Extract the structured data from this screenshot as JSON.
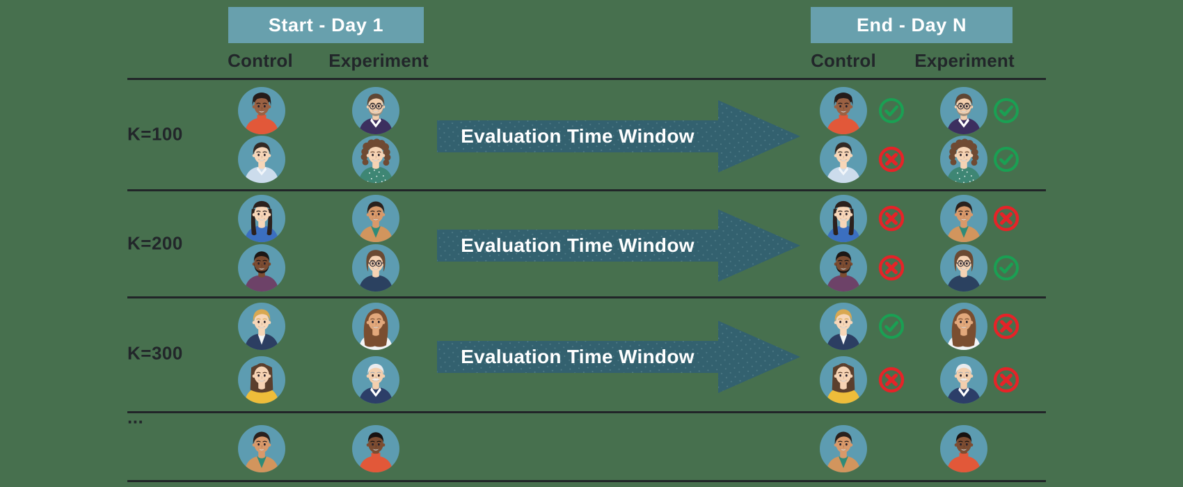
{
  "phases": {
    "start": {
      "title": "Start - Day 1"
    },
    "end": {
      "title": "End - Day N"
    }
  },
  "column_labels": {
    "control": "Control",
    "experiment": "Experiment"
  },
  "arrow_label": "Evaluation Time Window",
  "outcome_icons": {
    "pass": "green-check-circle",
    "fail": "red-x-circle"
  },
  "colors": {
    "background": "#47704e",
    "phase_box": "#68a0ad",
    "arrow": "#33616f",
    "arrow_dots": "rgba(186,224,228,0.22)",
    "avatar_circle": "#5d9cb1",
    "pass": "#1aa053",
    "fail": "#e52328",
    "line": "#212528",
    "text_dark": "#22262a",
    "text_light": "#ffffff"
  },
  "avatars": {
    "woman_dark_skin_orange_top": {
      "desc": "woman, dark skin, short black hair, orange turtleneck",
      "skin": "#9a6143",
      "hair": "#241c1b",
      "style": "afro",
      "shirt": "#e25839",
      "turtleneck": true
    },
    "man_light_skin_blue_shirt": {
      "desc": "man, light skin, dark hair, light blue collared shirt",
      "skin": "#f7d6b8",
      "hair": "#322a25",
      "style": "short",
      "shirt": "#ccdcec",
      "collar": "#f2f6fa"
    },
    "man_glasses_purple_sweater": {
      "desc": "man, glasses, beard, purple sweater with white collar",
      "skin": "#f3cfae",
      "hair": "#5f4734",
      "style": "short",
      "shirt": "#3c2f5f",
      "whiteCollar": true,
      "glasses": true,
      "beard": "#9a8c7c"
    },
    "woman_curly_hair_green_top": {
      "desc": "woman, curly auburn hair, green floral top",
      "skin": "#f6d3b4",
      "hair": "#6f4a33",
      "style": "curly",
      "shirt": "#3e8674",
      "floral": true
    },
    "woman_bangs_blue_top": {
      "desc": "woman, long dark hair with bangs, blue top",
      "skin": "#f7d6b8",
      "hair": "#2c211d",
      "style": "bangs",
      "shirt": "#3b6fc0"
    },
    "man_dark_skin_beard_purple_shirt": {
      "desc": "man, dark skin, black beard, plum shirt",
      "skin": "#7c4c31",
      "hair": "#1c1715",
      "style": "buzz",
      "beard": "#1c1715",
      "shirt": "#6d4268"
    },
    "man_tan_jacket_teal_shirt": {
      "desc": "man, tan skin, tan jacket over teal shirt",
      "skin": "#d9996a",
      "hair": "#2a211d",
      "style": "short",
      "shirt": "#d2955d",
      "jacket": true,
      "inner": "#2f8b78"
    },
    "woman_bob_glasses_navy_top": {
      "desc": "woman, brown bob, glasses, navy top",
      "skin": "#f6d3b4",
      "hair": "#6b4a33",
      "style": "bob",
      "shirt": "#2b4160",
      "glasses": true
    },
    "man_blond_navy_blazer": {
      "desc": "man, blond hair, navy blazer, white shirt",
      "skin": "#f7d6b8",
      "hair": "#d9a851",
      "style": "short",
      "shirt": "#2c3e62",
      "blazer": true
    },
    "woman_brown_hair_yellow_top": {
      "desc": "woman, shoulder-length brown hair, yellow top",
      "skin": "#f6d3b4",
      "hair": "#5b3f2d",
      "style": "part",
      "shirt": "#eebd3a"
    },
    "woman_wavy_hair_white_top": {
      "desc": "woman, long wavy brown hair, white top",
      "skin": "#e2a87b",
      "hair": "#7a4e30",
      "style": "wavy",
      "shirt": "#f3f5f6"
    },
    "man_white_hair_navy_sweater": {
      "desc": "older man, white hair and mustache, navy sweater with white collar",
      "skin": "#f3cfae",
      "hair": "#e9ebee",
      "style": "white",
      "shirt": "#2c3e68",
      "whiteCollar": true,
      "mustache": "#eef0f2",
      "brow": "#a9adb2"
    },
    "person_dark_skin_orange_top": {
      "desc": "person, dark skin, short black hair, orange turtleneck",
      "skin": "#7c4c31",
      "hair": "#171211",
      "style": "buzz",
      "shirt": "#e25839",
      "turtleneck": true
    }
  },
  "rows": [
    {
      "label": "K=100",
      "arrow": true,
      "control": [
        {
          "avatar": "woman_dark_skin_orange_top",
          "outcome": "pass"
        },
        {
          "avatar": "man_light_skin_blue_shirt",
          "outcome": "fail"
        }
      ],
      "experiment": [
        {
          "avatar": "man_glasses_purple_sweater",
          "outcome": "pass"
        },
        {
          "avatar": "woman_curly_hair_green_top",
          "outcome": "pass"
        }
      ]
    },
    {
      "label": "K=200",
      "arrow": true,
      "control": [
        {
          "avatar": "woman_bangs_blue_top",
          "outcome": "fail"
        },
        {
          "avatar": "man_dark_skin_beard_purple_shirt",
          "outcome": "fail"
        }
      ],
      "experiment": [
        {
          "avatar": "man_tan_jacket_teal_shirt",
          "outcome": "fail"
        },
        {
          "avatar": "woman_bob_glasses_navy_top",
          "outcome": "pass"
        }
      ]
    },
    {
      "label": "K=300",
      "arrow": true,
      "control": [
        {
          "avatar": "man_blond_navy_blazer",
          "outcome": "pass"
        },
        {
          "avatar": "woman_brown_hair_yellow_top",
          "outcome": "fail"
        }
      ],
      "experiment": [
        {
          "avatar": "woman_wavy_hair_white_top",
          "outcome": "fail"
        },
        {
          "avatar": "man_white_hair_navy_sweater",
          "outcome": "fail"
        }
      ]
    },
    {
      "label": "...",
      "arrow": false,
      "control": [
        {
          "avatar": "man_tan_jacket_teal_shirt",
          "outcome": null
        }
      ],
      "experiment": [
        {
          "avatar": "person_dark_skin_orange_top",
          "outcome": null
        }
      ]
    }
  ]
}
